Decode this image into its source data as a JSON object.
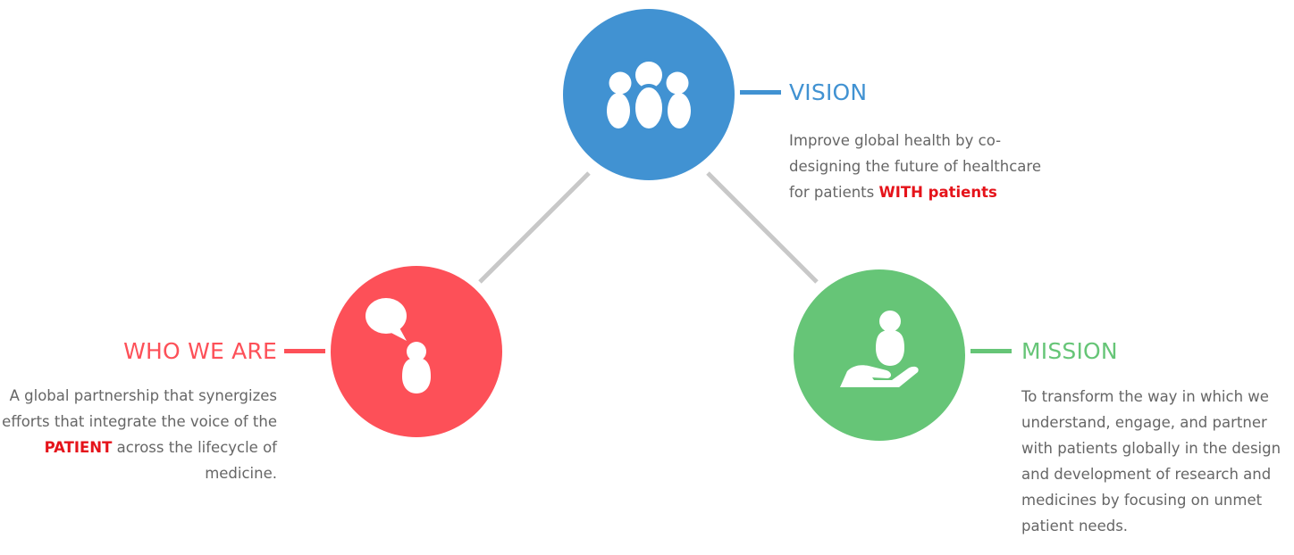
{
  "colors": {
    "vision": "#4192d2",
    "who": "#fd5058",
    "mission": "#66c577",
    "connector": "#c8c8c8",
    "text": "#666666",
    "highlight": "#e5131a"
  },
  "vision": {
    "icon": "group-of-people-icon",
    "heading": "VISION",
    "text_before": "Improve global health by co-designing the future of healthcare for patients ",
    "highlight": "WITH patients",
    "text_after": ""
  },
  "who_we_are": {
    "icon": "speech-bubble-person-icon",
    "heading": "WHO WE ARE",
    "text_before": "A global partnership that synergizes efforts that integrate the voice of the ",
    "highlight": "PATIENT",
    "text_after": " across the lifecycle of medicine."
  },
  "mission": {
    "icon": "hand-holding-person-icon",
    "heading": "MISSION",
    "text": "To transform the way in which we understand, engage, and partner with patients globally in the design and development of research and medicines by focusing on unmet patient needs."
  }
}
